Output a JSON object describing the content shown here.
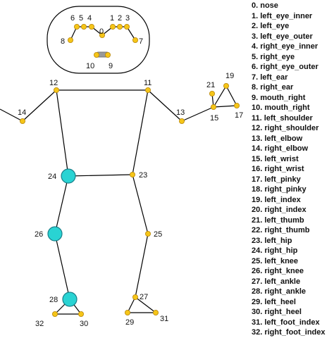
{
  "legend": [
    "0. nose",
    "1. left_eye_inner",
    "2. left_eye",
    "3. left_eye_outer",
    "4. right_eye_inner",
    "5. right_eye",
    "6. right_eye_outer",
    "7. left_ear",
    "8. right_ear",
    "9. mouth_right",
    "10. mouth_right",
    "11. left_shoulder",
    "12. right_shoulder",
    "13. left_elbow",
    "14. right_elbow",
    "15. left_wrist",
    "16. right_wrist",
    "17. left_pinky",
    "18. right_pinky",
    "19. left_index",
    "20. right_index",
    "21. left_thumb",
    "22. right_thumb",
    "23. left_hip",
    "24. right_hip",
    "25. left_knee",
    "26. right_knee",
    "27. left_ankle",
    "28. right_ankle",
    "29. left_heel",
    "30. right_heel",
    "31. left_foot_index",
    "32. right_foot_index"
  ],
  "keypoint_labels": {
    "0": "0",
    "1": "1",
    "2": "2",
    "3": "3",
    "4": "4",
    "5": "5",
    "6": "6",
    "7": "7",
    "8": "8",
    "9": "9",
    "10": "10",
    "11": "11",
    "12": "12",
    "13": "13",
    "14": "14",
    "15": "15",
    "17": "17",
    "19": "19",
    "21": "21",
    "23": "23",
    "24": "24",
    "25": "25",
    "26": "26",
    "27": "27",
    "28": "28",
    "29": "29",
    "30": "30",
    "31": "31",
    "32": "32"
  },
  "highlighted_keypoints": [
    "24",
    "26",
    "28"
  ],
  "colors": {
    "joint": "#f5c518",
    "joint_stroke": "#b8860b",
    "highlight": "#29d3d3",
    "highlight_stroke": "#1a7f8a",
    "bone": "#000000",
    "mouth": "#999999"
  }
}
